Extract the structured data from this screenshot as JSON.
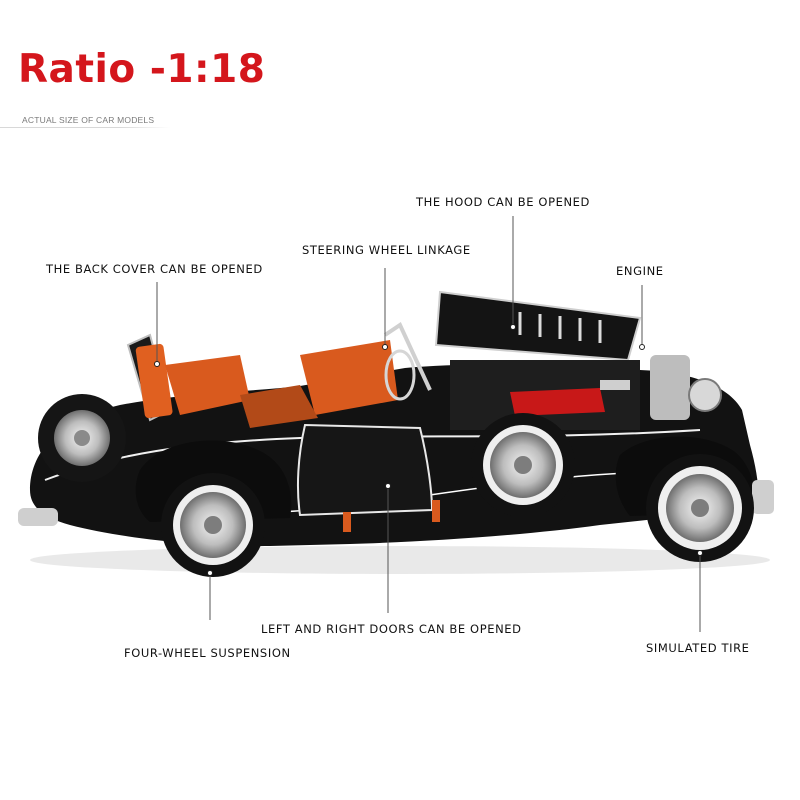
{
  "header": {
    "title": "Ratio -1:18",
    "subtitle": "ACTUAL SIZE OF CAR MODELS"
  },
  "callouts": {
    "hood": "THE HOOD CAN BE OPENED",
    "steering": "STEERING WHEEL LINKAGE",
    "back_cover": "THE BACK COVER CAN BE OPENED",
    "engine": "ENGINE",
    "doors": "LEFT AND RIGHT DOORS CAN BE OPENED",
    "suspension": "FOUR-WHEEL SUSPENSION",
    "tire": "SIMULATED TIRE"
  },
  "colors": {
    "title": "#d4161c",
    "body": "#121212",
    "interior": "#d95a1e",
    "engine": "#c81818",
    "chrome": "#d6d6d6"
  }
}
